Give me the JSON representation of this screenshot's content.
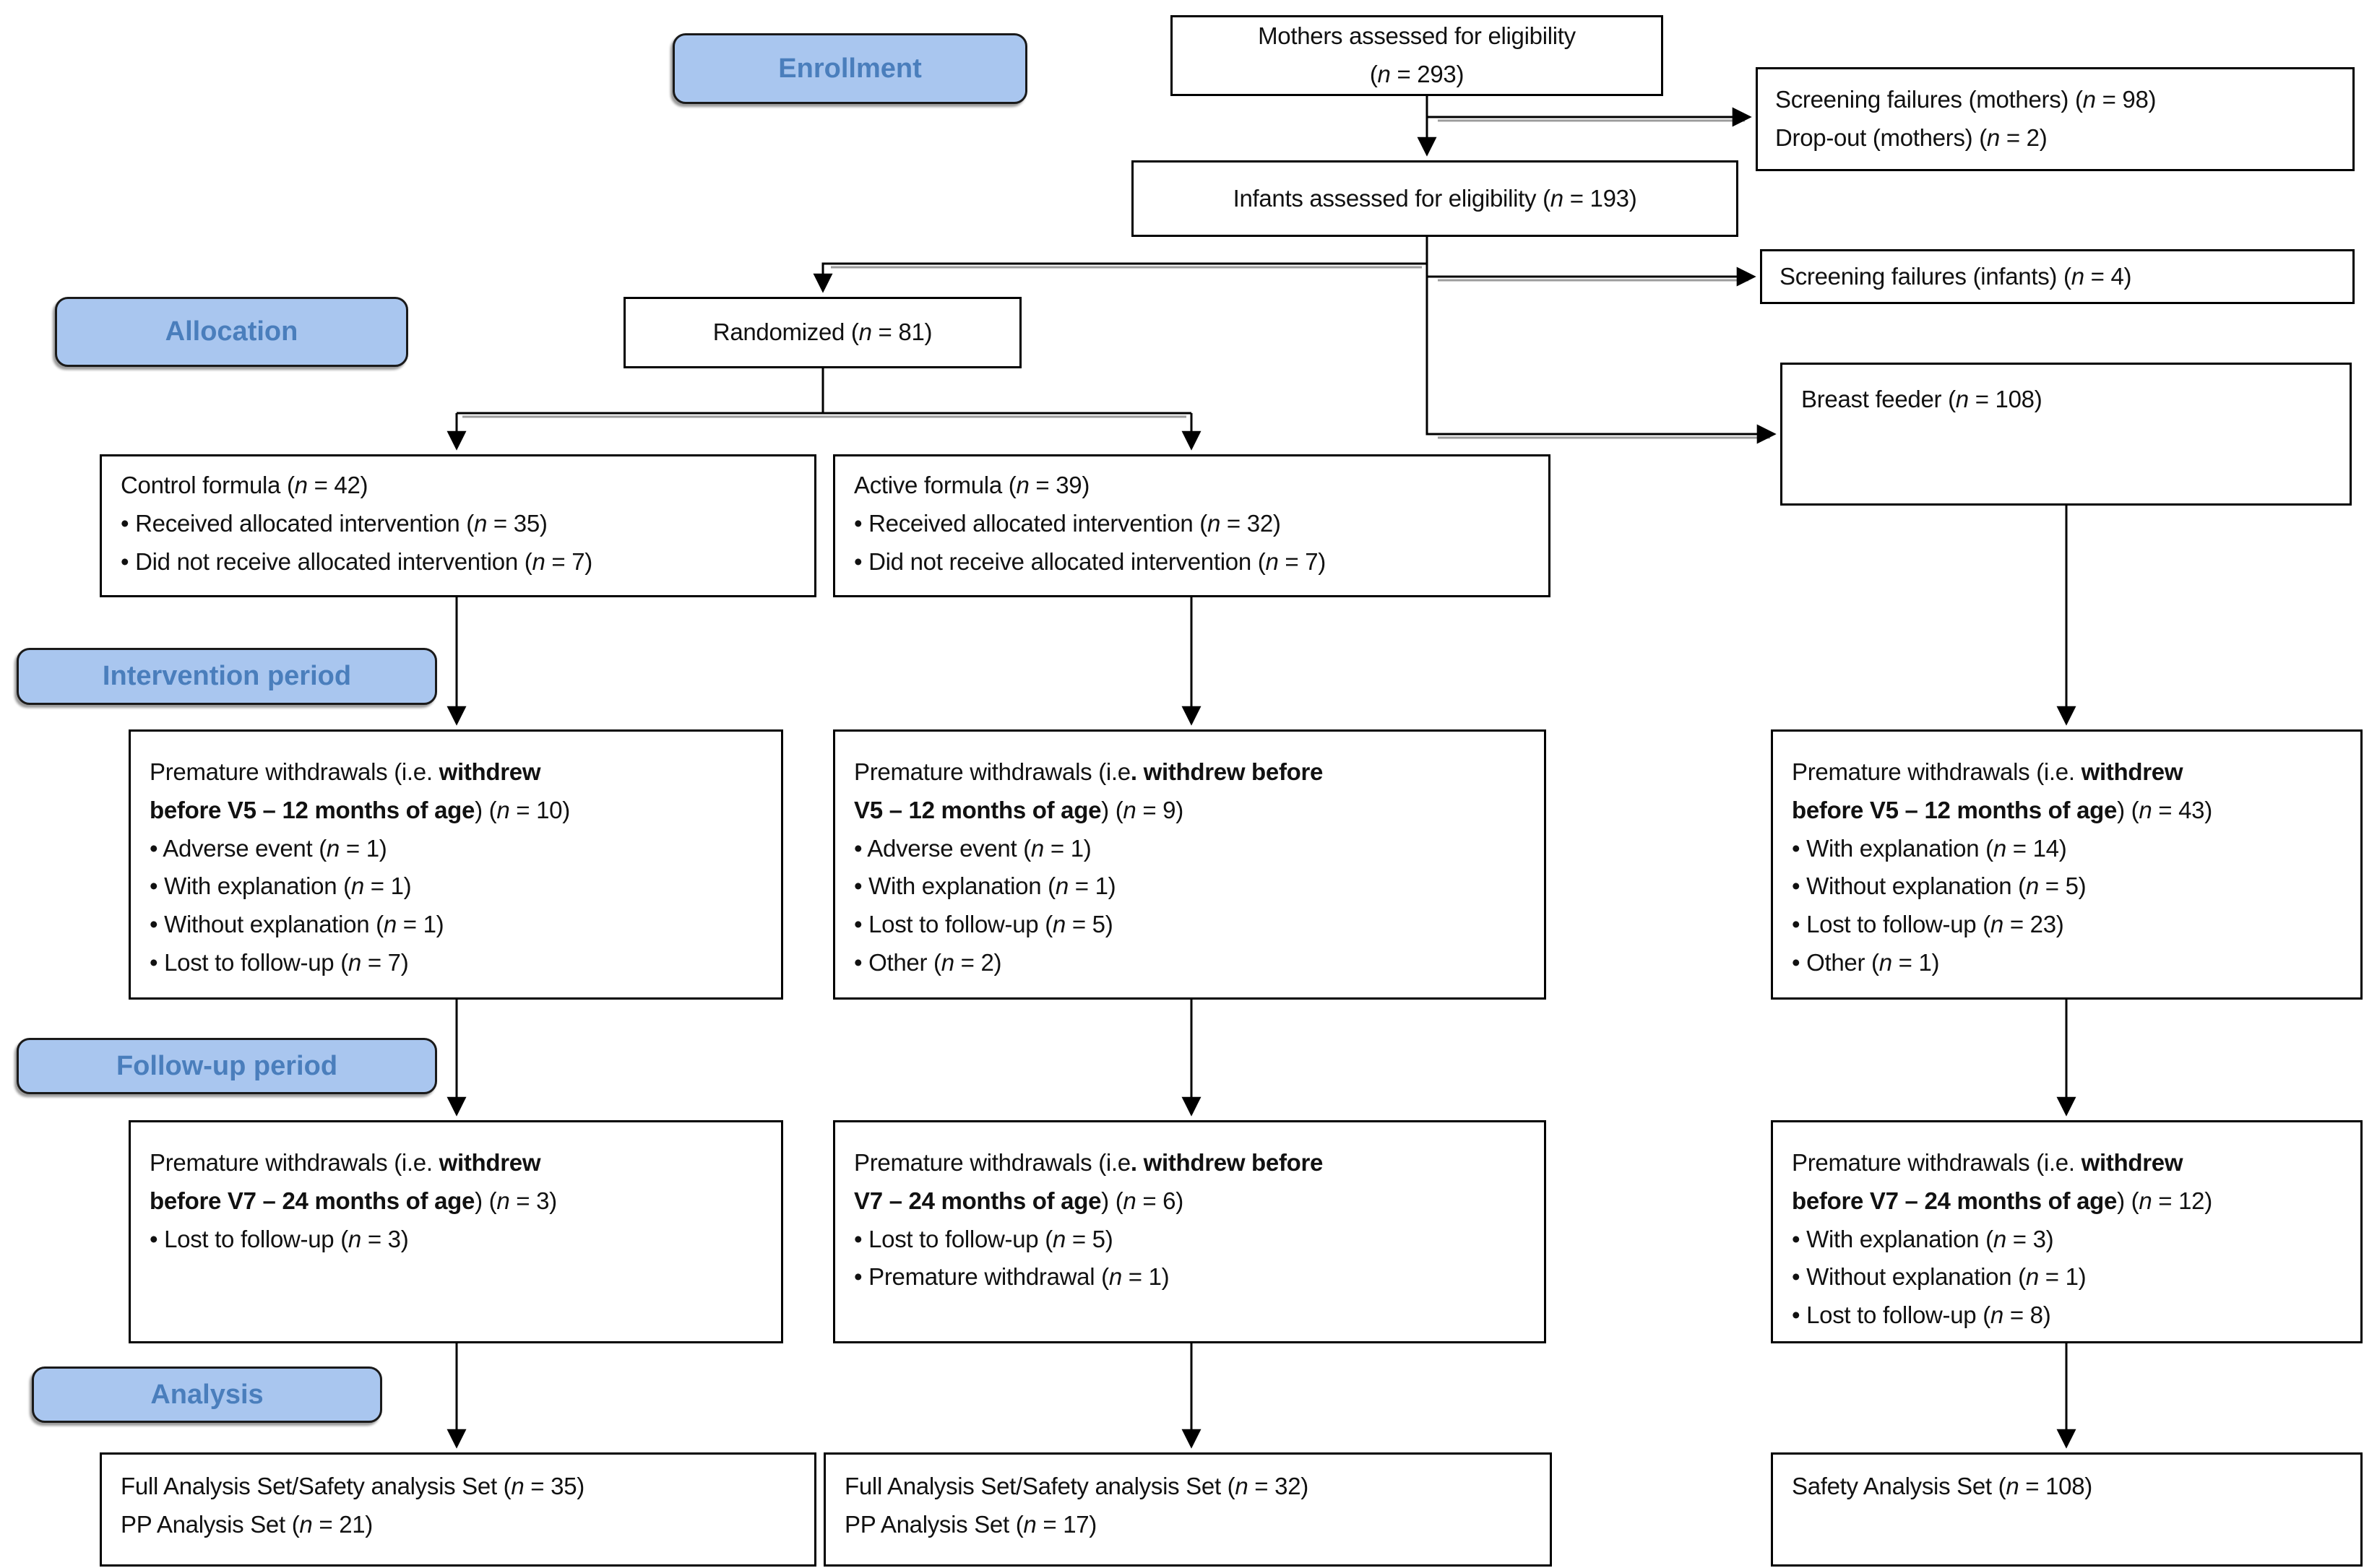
{
  "colors": {
    "accent_fill": "#a9c6ef",
    "accent_text": "#4a7ebc",
    "box_border": "#000000",
    "line": "#000000"
  },
  "stage_labels": {
    "enrollment": "Enrollment",
    "allocation": "Allocation",
    "intervention": "Intervention period",
    "followup": "Follow-up period",
    "analysis": "Analysis"
  },
  "boxes": {
    "mothers": {
      "lines": [
        [
          {
            "t": "Mothers assessed for eligibility"
          }
        ],
        [
          {
            "t": "("
          },
          {
            "t": "n",
            "i": true
          },
          {
            "t": " = 293)"
          }
        ]
      ]
    },
    "scr_mothers": {
      "lines": [
        [
          {
            "t": "Screening failures (mothers) ("
          },
          {
            "t": "n",
            "i": true
          },
          {
            "t": " = 98)"
          }
        ],
        [
          {
            "t": "Drop-out (mothers) ("
          },
          {
            "t": "n",
            "i": true
          },
          {
            "t": " = 2)"
          }
        ]
      ]
    },
    "infants": {
      "lines": [
        [
          {
            "t": "Infants assessed for eligibility ("
          },
          {
            "t": "n",
            "i": true
          },
          {
            "t": " = 193)"
          }
        ]
      ]
    },
    "scr_infants": {
      "lines": [
        [
          {
            "t": "Screening failures (infants) ("
          },
          {
            "t": "n",
            "i": true
          },
          {
            "t": " = 4)"
          }
        ]
      ]
    },
    "randomized": {
      "lines": [
        [
          {
            "t": "Randomized ("
          },
          {
            "t": "n",
            "i": true
          },
          {
            "t": " = 81)"
          }
        ]
      ]
    },
    "breast": {
      "lines": [
        [
          {
            "t": "Breast feeder ("
          },
          {
            "t": "n",
            "i": true
          },
          {
            "t": " = 108)"
          }
        ]
      ]
    },
    "control": {
      "lines": [
        [
          {
            "t": "Control formula ("
          },
          {
            "t": "n",
            "i": true
          },
          {
            "t": " = 42)"
          }
        ],
        [
          {
            "t": "• Received allocated intervention ("
          },
          {
            "t": "n",
            "i": true
          },
          {
            "t": " = 35)"
          }
        ],
        [
          {
            "t": "• Did not receive allocated intervention ("
          },
          {
            "t": "n",
            "i": true
          },
          {
            "t": " = 7)"
          }
        ]
      ]
    },
    "active": {
      "lines": [
        [
          {
            "t": "Active formula ("
          },
          {
            "t": "n",
            "i": true
          },
          {
            "t": " = 39)"
          }
        ],
        [
          {
            "t": "• Received allocated intervention ("
          },
          {
            "t": "n",
            "i": true
          },
          {
            "t": " = 32)"
          }
        ],
        [
          {
            "t": "• Did not receive allocated intervention ("
          },
          {
            "t": "n",
            "i": true
          },
          {
            "t": " = 7)"
          }
        ]
      ]
    },
    "int_left": {
      "lines": [
        [
          {
            "t": "Premature withdrawals (i.e. "
          },
          {
            "t": "withdrew",
            "b": true
          }
        ],
        [
          {
            "t": "before V5 – 12 months of age",
            "b": true
          },
          {
            "t": ") ("
          },
          {
            "t": "n",
            "i": true
          },
          {
            "t": " = 10)"
          }
        ],
        [
          {
            "t": "• Adverse event ("
          },
          {
            "t": "n",
            "i": true
          },
          {
            "t": " = 1)"
          }
        ],
        [
          {
            "t": "• With explanation ("
          },
          {
            "t": "n",
            "i": true
          },
          {
            "t": " = 1)"
          }
        ],
        [
          {
            "t": "• Without explanation ("
          },
          {
            "t": "n",
            "i": true
          },
          {
            "t": " = 1)"
          }
        ],
        [
          {
            "t": "• Lost to follow-up ("
          },
          {
            "t": "n",
            "i": true
          },
          {
            "t": " = 7)"
          }
        ]
      ]
    },
    "int_mid": {
      "lines": [
        [
          {
            "t": "Premature withdrawals (i.e"
          },
          {
            "t": ". withdrew before",
            "b": true
          }
        ],
        [
          {
            "t": "V5 – 12 months of age",
            "b": true
          },
          {
            "t": ") ("
          },
          {
            "t": "n",
            "i": true
          },
          {
            "t": " = 9)"
          }
        ],
        [
          {
            "t": "• Adverse event ("
          },
          {
            "t": "n",
            "i": true
          },
          {
            "t": " = 1)"
          }
        ],
        [
          {
            "t": "• With explanation ("
          },
          {
            "t": "n",
            "i": true
          },
          {
            "t": " = 1)"
          }
        ],
        [
          {
            "t": "• Lost to follow-up ("
          },
          {
            "t": "n",
            "i": true
          },
          {
            "t": " = 5)"
          }
        ],
        [
          {
            "t": "• Other ("
          },
          {
            "t": "n",
            "i": true
          },
          {
            "t": " = 2)"
          }
        ]
      ]
    },
    "int_right": {
      "lines": [
        [
          {
            "t": "Premature withdrawals (i.e. "
          },
          {
            "t": "withdrew",
            "b": true
          }
        ],
        [
          {
            "t": "before V5 – 12 months of age",
            "b": true
          },
          {
            "t": ") ("
          },
          {
            "t": "n",
            "i": true
          },
          {
            "t": " = 43)"
          }
        ],
        [
          {
            "t": "• With explanation ("
          },
          {
            "t": "n",
            "i": true
          },
          {
            "t": " = 14)"
          }
        ],
        [
          {
            "t": "• Without explanation ("
          },
          {
            "t": "n",
            "i": true
          },
          {
            "t": " = 5)"
          }
        ],
        [
          {
            "t": "• Lost to follow-up ("
          },
          {
            "t": "n",
            "i": true
          },
          {
            "t": " = 23)"
          }
        ],
        [
          {
            "t": "• Other ("
          },
          {
            "t": "n",
            "i": true
          },
          {
            "t": " = 1)"
          }
        ]
      ]
    },
    "fu_left": {
      "lines": [
        [
          {
            "t": "Premature withdrawals (i.e. "
          },
          {
            "t": "withdrew",
            "b": true
          }
        ],
        [
          {
            "t": "before V7 – 24 months of age",
            "b": true
          },
          {
            "t": ") ("
          },
          {
            "t": "n",
            "i": true
          },
          {
            "t": " = 3)"
          }
        ],
        [
          {
            "t": "• Lost to follow-up ("
          },
          {
            "t": "n",
            "i": true
          },
          {
            "t": " = 3)"
          }
        ]
      ]
    },
    "fu_mid": {
      "lines": [
        [
          {
            "t": "Premature withdrawals (i.e"
          },
          {
            "t": ". withdrew before",
            "b": true
          }
        ],
        [
          {
            "t": "V7 – 24 months of age",
            "b": true
          },
          {
            "t": ") ("
          },
          {
            "t": "n",
            "i": true
          },
          {
            "t": " = 6)"
          }
        ],
        [
          {
            "t": "• Lost to follow-up ("
          },
          {
            "t": "n",
            "i": true
          },
          {
            "t": " = 5)"
          }
        ],
        [
          {
            "t": "• Premature withdrawal ("
          },
          {
            "t": "n",
            "i": true
          },
          {
            "t": " = 1)"
          }
        ]
      ]
    },
    "fu_right": {
      "lines": [
        [
          {
            "t": "Premature withdrawals (i.e. "
          },
          {
            "t": "withdrew",
            "b": true
          }
        ],
        [
          {
            "t": "before V7 – 24 months of age",
            "b": true
          },
          {
            "t": ") ("
          },
          {
            "t": "n",
            "i": true
          },
          {
            "t": " = 12)"
          }
        ],
        [
          {
            "t": "• With explanation ("
          },
          {
            "t": "n",
            "i": true
          },
          {
            "t": " = 3)"
          }
        ],
        [
          {
            "t": "• Without explanation ("
          },
          {
            "t": "n",
            "i": true
          },
          {
            "t": " = 1)"
          }
        ],
        [
          {
            "t": "• Lost to follow-up ("
          },
          {
            "t": "n",
            "i": true
          },
          {
            "t": " = 8)"
          }
        ]
      ]
    },
    "an_left": {
      "lines": [
        [
          {
            "t": "Full Analysis Set/Safety analysis Set ("
          },
          {
            "t": "n",
            "i": true
          },
          {
            "t": " = 35)"
          }
        ],
        [
          {
            "t": "PP Analysis Set ("
          },
          {
            "t": "n",
            "i": true
          },
          {
            "t": " = 21)"
          }
        ]
      ]
    },
    "an_mid": {
      "lines": [
        [
          {
            "t": "Full Analysis Set/Safety analysis Set ("
          },
          {
            "t": "n",
            "i": true
          },
          {
            "t": " = 32)"
          }
        ],
        [
          {
            "t": "PP Analysis Set ("
          },
          {
            "t": "n",
            "i": true
          },
          {
            "t": " = 17)"
          }
        ]
      ]
    },
    "an_right": {
      "lines": [
        [
          {
            "t": "Safety Analysis Set ("
          },
          {
            "t": "n",
            "i": true
          },
          {
            "t": " = 108)"
          }
        ]
      ]
    }
  }
}
